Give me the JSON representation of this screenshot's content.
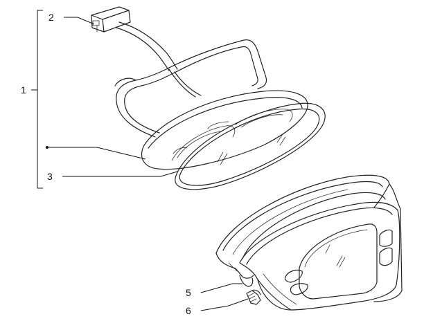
{
  "callouts": [
    {
      "id": "c1",
      "label": "1"
    },
    {
      "id": "c2",
      "label": "2"
    },
    {
      "id": "c3",
      "label": "3"
    },
    {
      "id": "c5",
      "label": "5"
    },
    {
      "id": "c6",
      "label": "6"
    }
  ]
}
